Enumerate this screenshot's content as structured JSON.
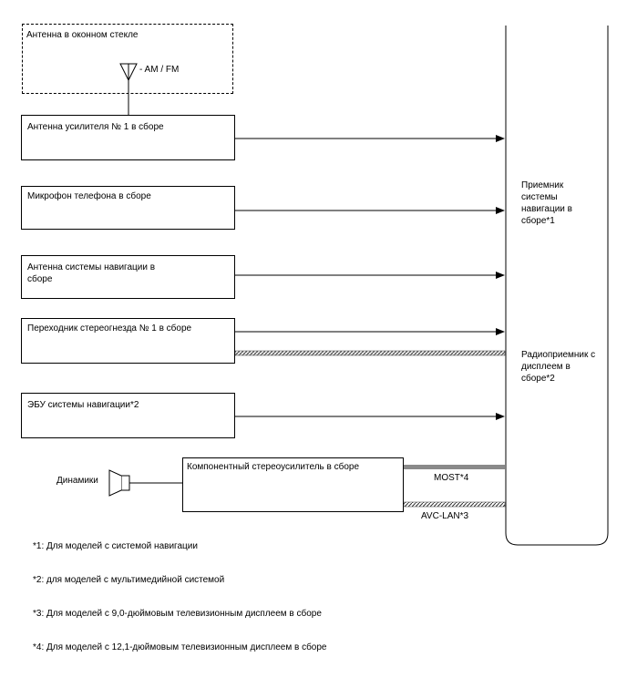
{
  "window_antenna": {
    "label": "Антенна в оконном стекле",
    "band_label": "- AM / FM"
  },
  "components": [
    {
      "id": "amplifier-antenna",
      "label": "Антенна усилителя № 1 в сборе"
    },
    {
      "id": "phone-microphone",
      "label": "Микрофон телефона в сборе"
    },
    {
      "id": "navigation-antenna",
      "label": "Антенна системы навигации в сборе"
    },
    {
      "id": "stereo-jack-adapter",
      "label": "Переходник стереогнезда № 1 в сборе"
    },
    {
      "id": "navigation-ecu",
      "label": "ЭБУ системы навигации*2"
    },
    {
      "id": "stereo-amplifier",
      "label": "Компонентный стереоусилитель в сборе"
    }
  ],
  "speakers": {
    "label": "Динамики"
  },
  "receiver": {
    "label_navigation": "Приемник системы навигации в сборе*1",
    "label_display": "Радиоприемник с дисплеем в сборе*2"
  },
  "buses": {
    "most": "MOST*4",
    "avc_lan": "AVC-LAN*3"
  },
  "footnotes": [
    "*1: Для моделей с системой навигации",
    "*2: для моделей с мультимедийной системой",
    "*3: Для моделей с 9,0-дюймовым телевизионным дисплеем в сборе",
    "*4: Для моделей с 12,1-дюймовым телевизионным дисплеем в сборе"
  ]
}
